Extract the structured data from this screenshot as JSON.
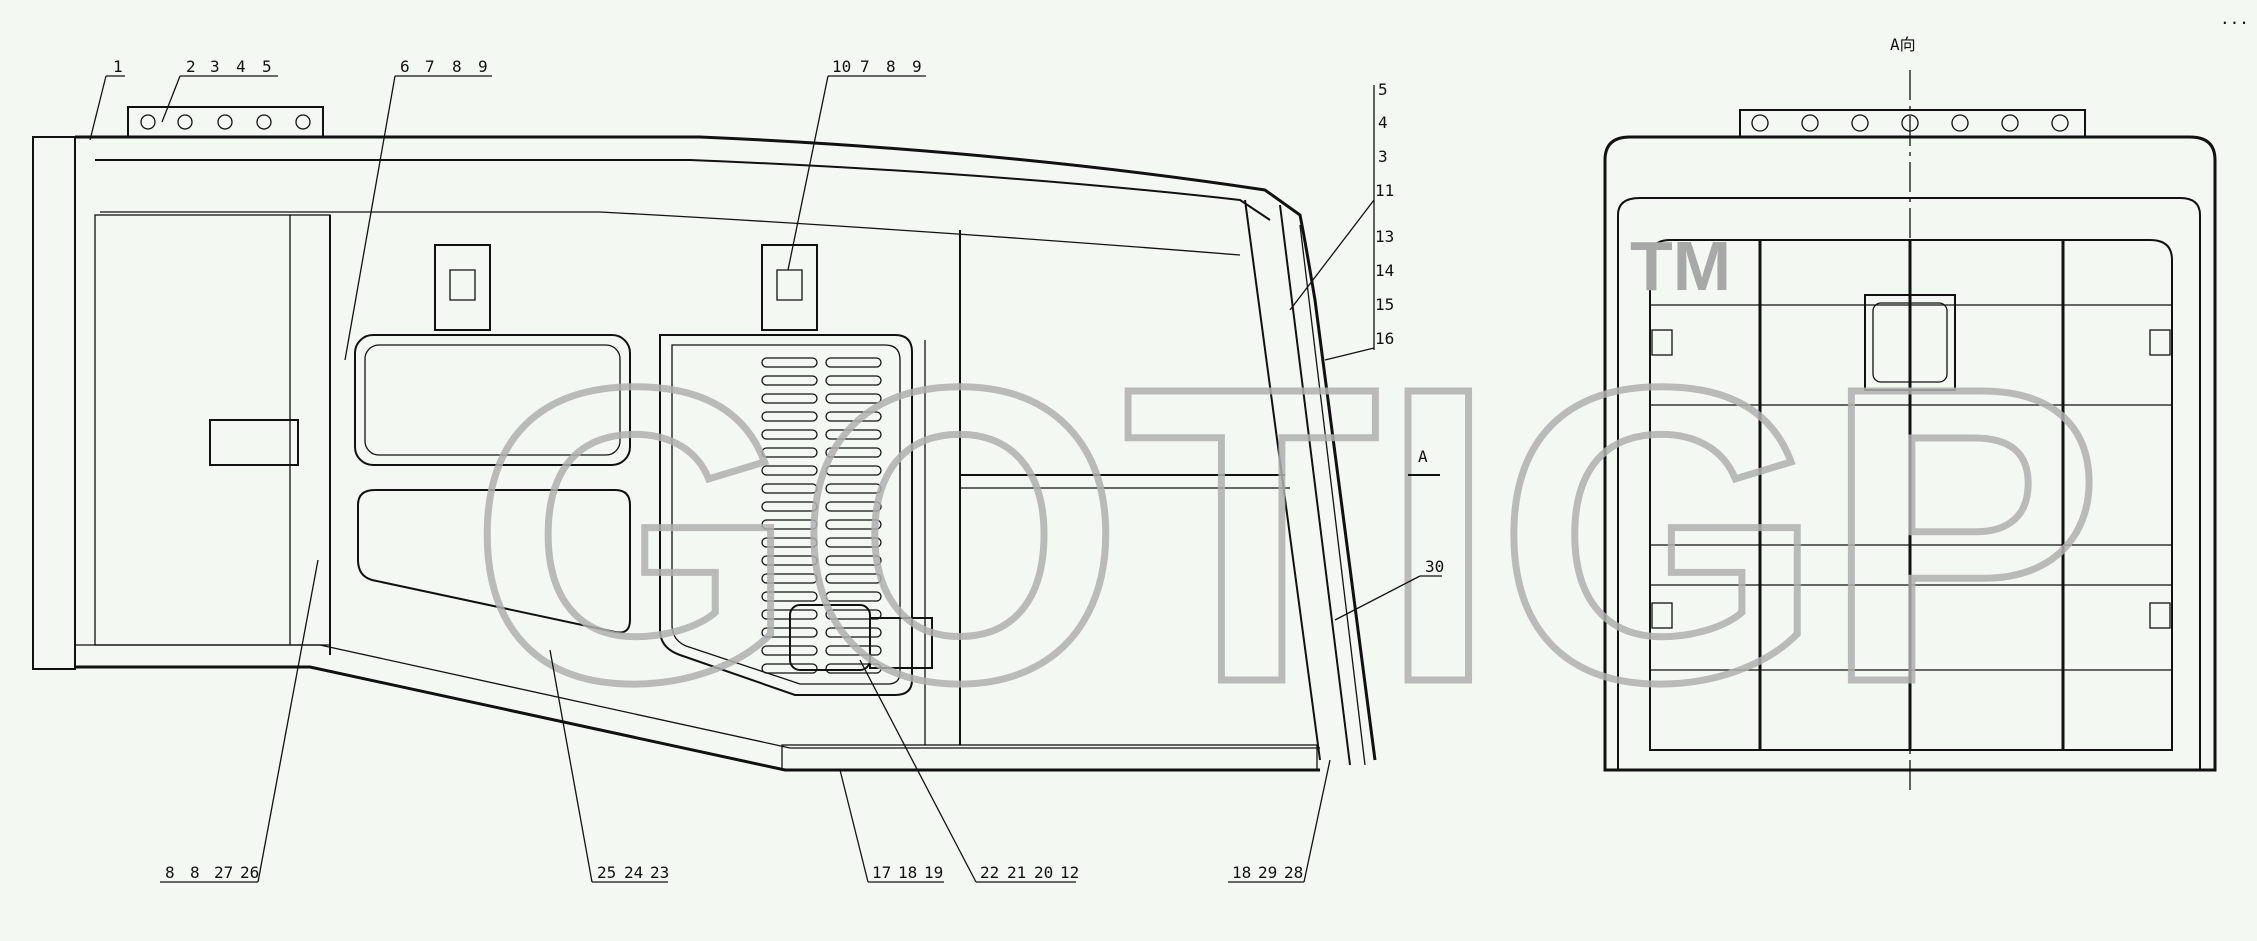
{
  "corner_text": "... ...",
  "view_label": "A向",
  "section_marker": "A",
  "watermark": {
    "text": "GOTIGP",
    "tm": "TM"
  },
  "callouts": {
    "c1": "1",
    "c2": [
      "2",
      "3",
      "4",
      "5"
    ],
    "c3": [
      "6",
      "7",
      "8",
      "9"
    ],
    "c4": [
      "10",
      "7",
      "8",
      "9"
    ],
    "stack": [
      "5",
      "4",
      "3",
      "11",
      "13",
      "14",
      "15",
      "16"
    ],
    "c30": "30",
    "b1": [
      "8",
      "8",
      "27",
      "26"
    ],
    "b2": [
      "25",
      "24",
      "23"
    ],
    "b3": [
      "17",
      "18",
      "19"
    ],
    "b4": [
      "22",
      "21",
      "20",
      "12"
    ],
    "b5": [
      "18",
      "29",
      "28"
    ]
  }
}
